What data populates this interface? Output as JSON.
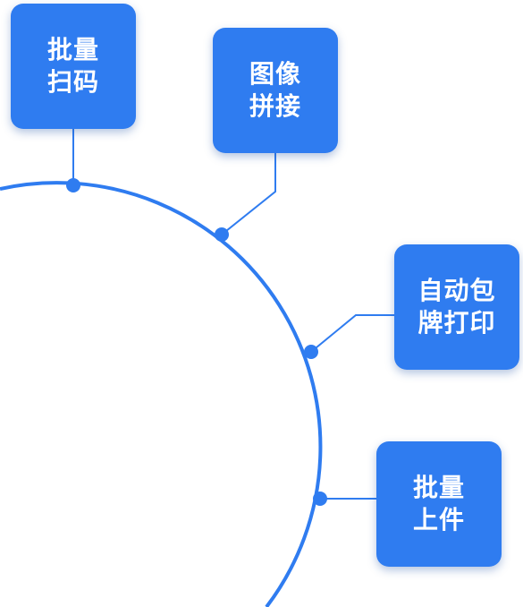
{
  "colors": {
    "accent": "#2f7cf0",
    "card_text": "#ffffff"
  },
  "features": [
    {
      "id": "batch-scan",
      "lines": [
        "批量",
        "扫码"
      ]
    },
    {
      "id": "image-stitch",
      "lines": [
        "图像",
        "拼接"
      ]
    },
    {
      "id": "auto-print",
      "lines": [
        "自动包",
        "牌打印"
      ]
    },
    {
      "id": "batch-upload",
      "lines": [
        "批量",
        "上件"
      ]
    }
  ]
}
